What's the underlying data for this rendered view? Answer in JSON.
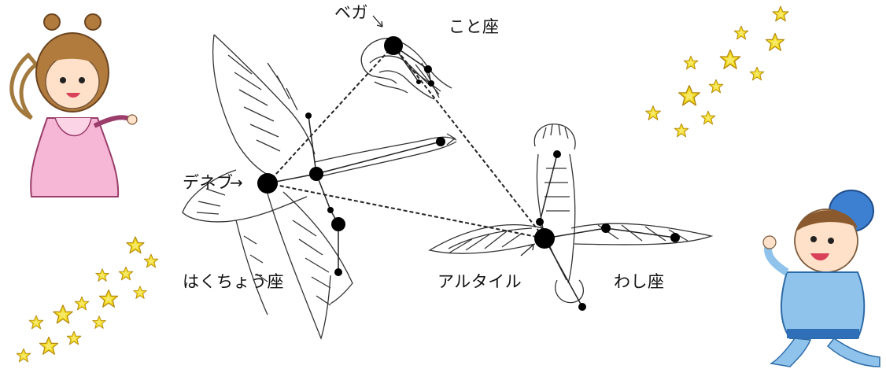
{
  "labels": {
    "vega": "ベガ",
    "lyra": "こと座",
    "deneb": "デネブ",
    "cygnus": "はくちょう座",
    "altair": "アルタイル",
    "aquila": "わし座"
  },
  "arrows": {
    "deneb": "→"
  },
  "colors": {
    "star_fill": "#f2dc1e",
    "star_outline": "#b58a10",
    "dashed_line": "#222222",
    "orihime_robe": "#f6b6d6",
    "hikoboshi_robe": "#8fc3ec"
  }
}
